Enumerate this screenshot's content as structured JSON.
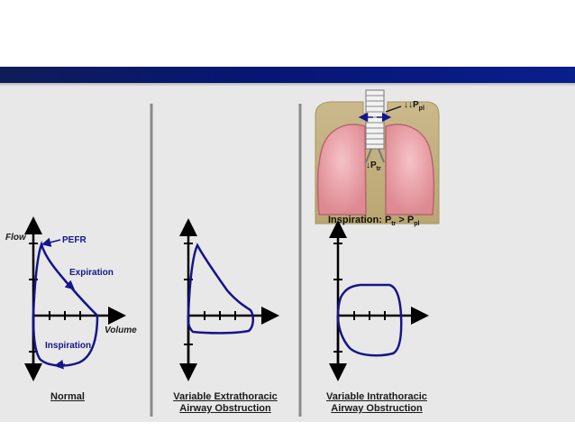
{
  "labels": {
    "flow": "Flow",
    "volume": "Volume",
    "pefr": "PEFR",
    "expiration": "Expiration",
    "inspiration": "Inspiration"
  },
  "captions": {
    "normal": "Normal",
    "extrathoracic_line1": "Variable Extrathoracic",
    "extrathoracic_line2": "Airway Obstruction",
    "intrathoracic_line1": "Variable Intrathoracic",
    "intrathoracic_line2": "Airway Obstruction"
  },
  "lung_figure": {
    "pressure_pleural_prefix": "↓↓P",
    "pressure_pleural_sub": "pl",
    "pressure_tracheal_prefix": "↓P",
    "pressure_tracheal_sub": "tr",
    "inspiration_caption_prefix": "Inspiration: P",
    "inspiration_caption_sub1": "tr",
    "inspiration_caption_mid": " > P",
    "inspiration_caption_sub2": "pl"
  },
  "colors": {
    "banner": "#061674",
    "curve": "#15158a",
    "axis": "#000000",
    "divider": "#8a8a8a",
    "lung": "#e8a0a6",
    "chest": "#c8b584"
  },
  "icons": [
    "arrow-icon",
    "lung-illustration",
    "trachea-illustration"
  ]
}
